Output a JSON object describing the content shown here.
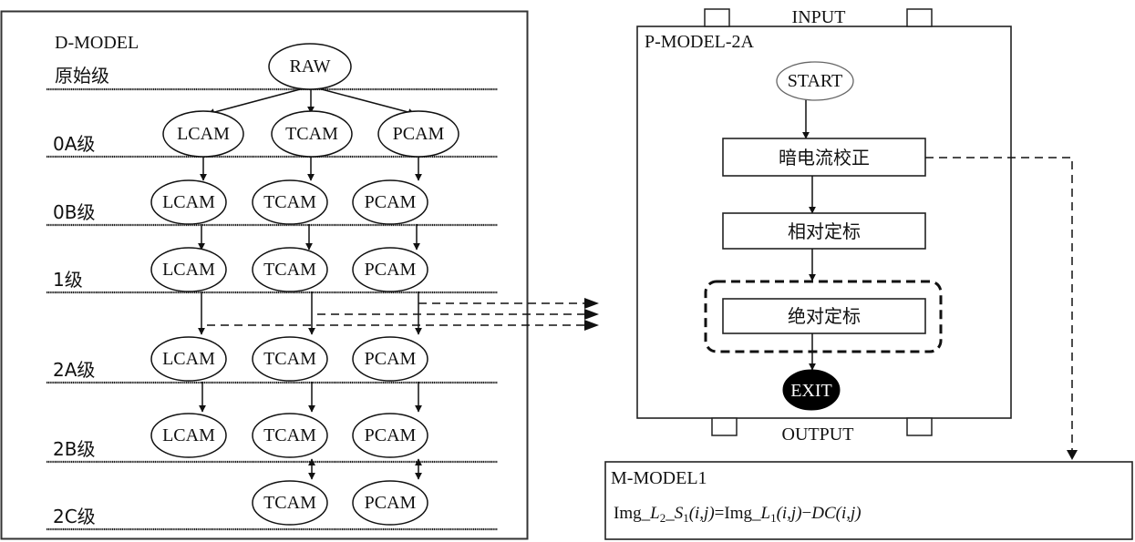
{
  "d_model": {
    "title": "D-MODEL",
    "levels": [
      {
        "label": "原始级",
        "nodes": [
          "RAW"
        ]
      },
      {
        "label": "0A级",
        "nodes": [
          "LCAM",
          "TCAM",
          "PCAM"
        ]
      },
      {
        "label": "0B级",
        "nodes": [
          "LCAM",
          "TCAM",
          "PCAM"
        ]
      },
      {
        "label": "1级",
        "nodes": [
          "LCAM",
          "TCAM",
          "PCAM"
        ]
      },
      {
        "label": "2A级",
        "nodes": [
          "LCAM",
          "TCAM",
          "PCAM"
        ]
      },
      {
        "label": "2B级",
        "nodes": [
          "LCAM",
          "TCAM",
          "PCAM"
        ]
      },
      {
        "label": "2C级",
        "nodes": [
          "TCAM",
          "PCAM"
        ]
      }
    ]
  },
  "p_model": {
    "title": "P-MODEL-2A",
    "input_label": "INPUT",
    "output_label": "OUTPUT",
    "start_label": "START",
    "steps": [
      "暗电流校正",
      "相对定标",
      "绝对定标"
    ],
    "exit_label": "EXIT"
  },
  "m_model": {
    "title": "M-MODEL1",
    "formula": {
      "lhs_prefix": "Img_",
      "lhs_L": "L",
      "lhs_L_sub": "2",
      "lhs_mid": "_",
      "lhs_S": "S",
      "lhs_S_sub": "1",
      "lhs_args": "(i,j)",
      "eq": "=Img_",
      "rhs_L": "L",
      "rhs_L_sub": "1",
      "rhs_args": "(i,j)",
      "minus": "−",
      "rhs_DC": "DC",
      "rhs_DC_args": "(i,j)"
    }
  }
}
